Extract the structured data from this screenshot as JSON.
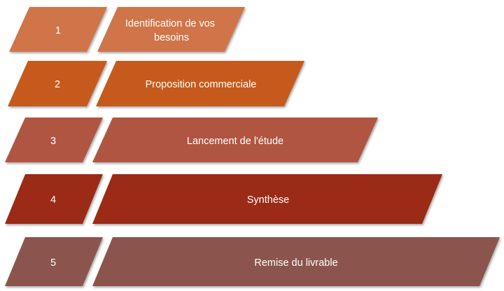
{
  "steps": [
    {
      "number": "1",
      "label_lines": [
        "Identification de vos",
        "besoins"
      ],
      "color": "#D0744A"
    },
    {
      "number": "2",
      "label_lines": [
        "Proposition commerciale"
      ],
      "color": "#C65A1F"
    },
    {
      "number": "3",
      "label_lines": [
        "Lancement de l'étude"
      ],
      "color": "#B05443"
    },
    {
      "number": "4",
      "label_lines": [
        "Synthèse"
      ],
      "color": "#9B2A18"
    },
    {
      "number": "5",
      "label_lines": [
        "Remise du livrable"
      ],
      "color": "#8B554D"
    }
  ]
}
